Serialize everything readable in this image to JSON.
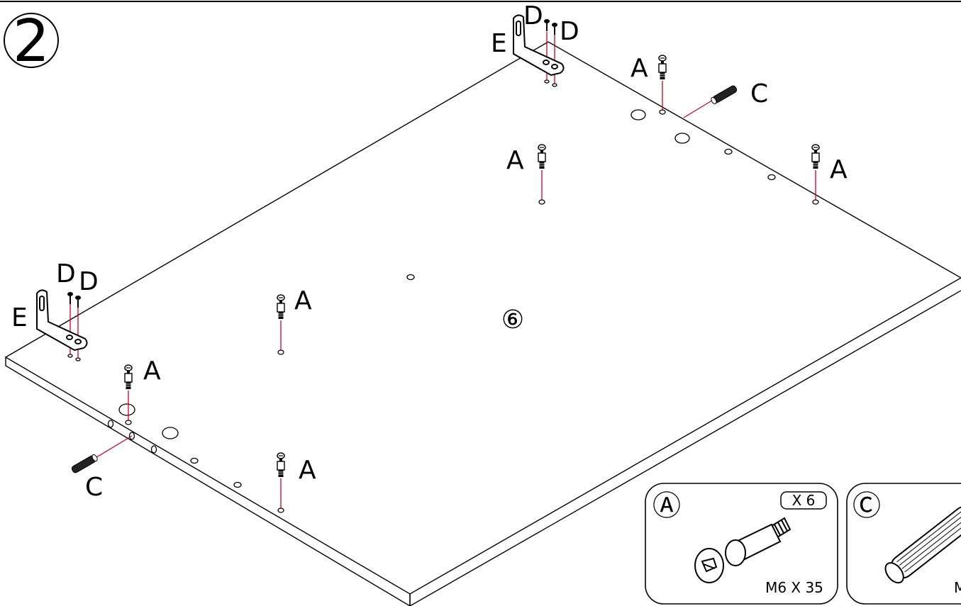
{
  "step": {
    "number": "2"
  },
  "panel": {
    "part_number": "⑥"
  },
  "labels": {
    "A": "A",
    "C": "C",
    "D": "D",
    "E": "E"
  },
  "hardware": [
    {
      "key": "A",
      "symbol": "Ⓐ",
      "qty": "X  6",
      "size": "M6 X  35",
      "icon": "cam-bolt-icon"
    },
    {
      "key": "C",
      "symbol": "Ⓒ",
      "qty": "",
      "size": "M",
      "icon": "wooden-dowel-icon"
    }
  ],
  "colors": {
    "line": "#000000",
    "guide": "#d0021b",
    "background": "#ffffff"
  }
}
